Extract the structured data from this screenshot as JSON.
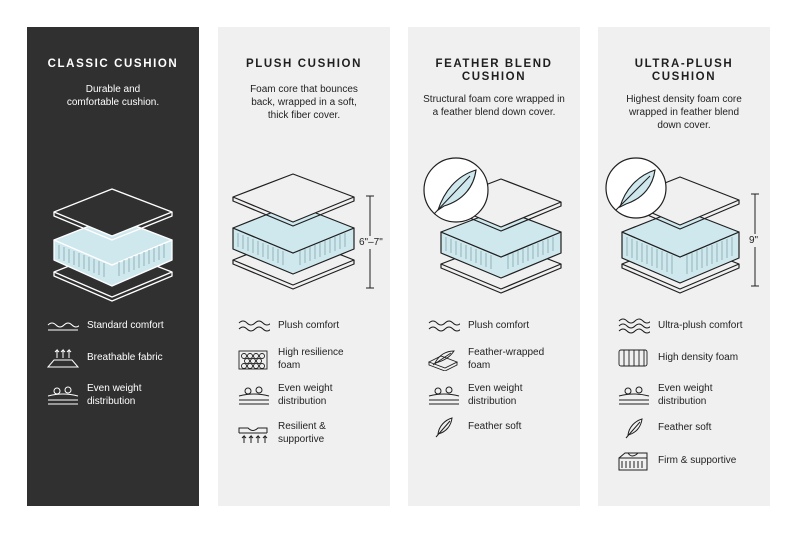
{
  "panels": [
    {
      "title": "CLASSIC CUSHION",
      "description": "Durable and\ncomfortable cushion.",
      "features": [
        {
          "label": "Standard comfort",
          "icon": "wave-icon"
        },
        {
          "label": "Breathable fabric",
          "icon": "breathable-fabric-icon"
        },
        {
          "label": "Even weight\ndistribution",
          "icon": "weight-distribution-icon"
        }
      ]
    },
    {
      "title": "PLUSH CUSHION",
      "description": "Foam core that bounces\nback, wrapped in a soft,\nthick fiber cover.",
      "height_label": "6\"–7\"",
      "features": [
        {
          "label": "Plush comfort",
          "icon": "wave-icon"
        },
        {
          "label": "High resilience\nfoam",
          "icon": "foam-cells-icon"
        },
        {
          "label": "Even weight\ndistribution",
          "icon": "weight-distribution-icon"
        },
        {
          "label": "Resilient &\nsupportive",
          "icon": "resilient-support-icon"
        }
      ]
    },
    {
      "title": "FEATHER BLEND\nCUSHION",
      "description": "Structural foam core wrapped in\na feather blend down cover.",
      "features": [
        {
          "label": "Plush comfort",
          "icon": "wave-icon"
        },
        {
          "label": "Feather-wrapped\nfoam",
          "icon": "feather-wrapped-foam-icon"
        },
        {
          "label": "Even weight\ndistribution",
          "icon": "weight-distribution-icon"
        },
        {
          "label": "Feather soft",
          "icon": "feather-icon"
        }
      ]
    },
    {
      "title": "ULTRA-PLUSH\nCUSHION",
      "description": "Highest density foam core\nwrapped in feather blend\ndown cover.",
      "height_label": "9\"",
      "features": [
        {
          "label": "Ultra-plush comfort",
          "icon": "wave-icon"
        },
        {
          "label": "High density foam",
          "icon": "high-density-foam-icon"
        },
        {
          "label": "Even weight\ndistribution",
          "icon": "weight-distribution-icon"
        },
        {
          "label": "Feather soft",
          "icon": "feather-icon"
        },
        {
          "label": "Firm & supportive",
          "icon": "firm-support-icon"
        }
      ]
    }
  ],
  "colors": {
    "dark_panel": "#303030",
    "light_panel": "#f0f0f0",
    "foam_blue": "#cfe8ee",
    "ink": "#1f1f1f"
  }
}
